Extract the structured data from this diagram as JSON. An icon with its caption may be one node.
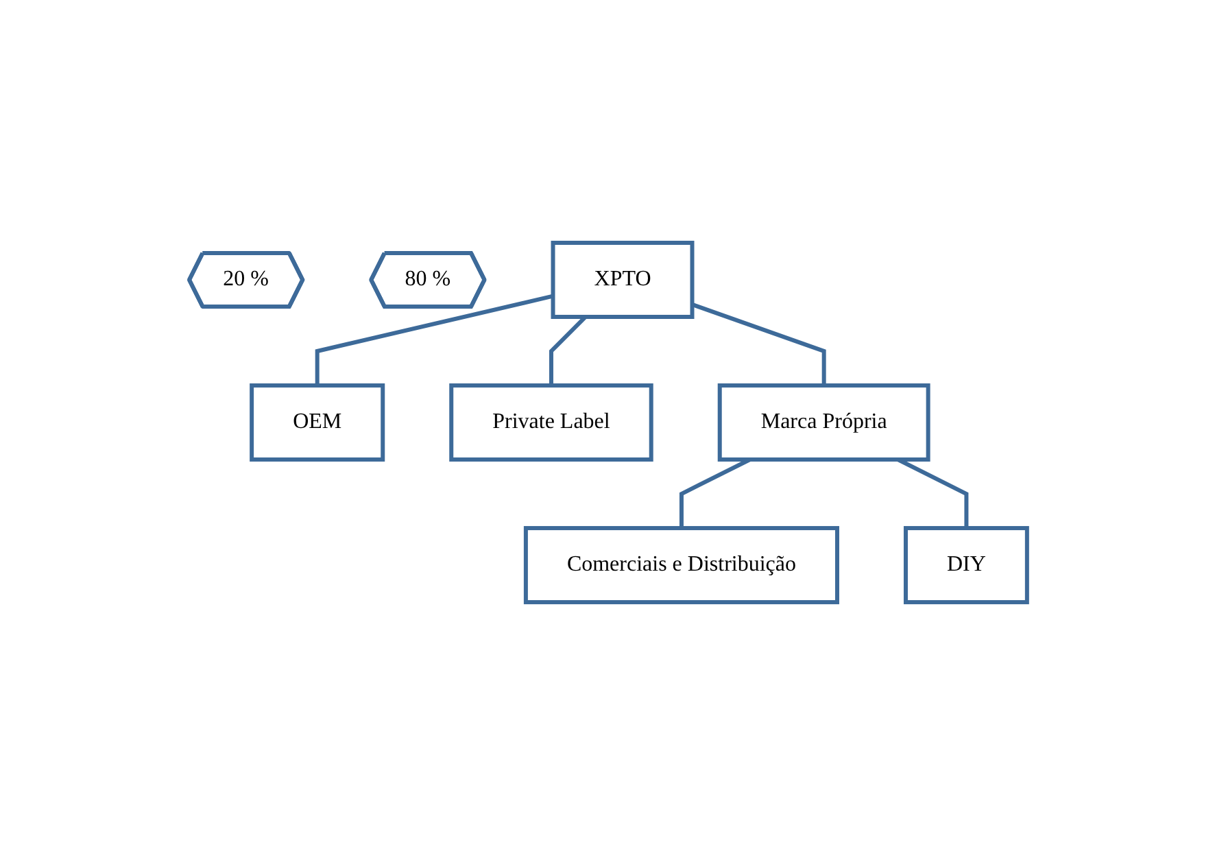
{
  "diagram": {
    "nodes": [
      {
        "text": [
          "XPTO"
        ]
      },
      {
        "text": [
          "80 %"
        ]
      },
      {
        "text": [
          "20 %"
        ]
      },
      {
        "text": [
          "OEM"
        ]
      },
      {
        "text": [
          "Private Label"
        ]
      },
      {
        "text": [
          "Marca Própria"
        ]
      },
      {
        "text": [
          "Comerciais e Distribuição"
        ]
      },
      {
        "text": [
          "DIY"
        ]
      }
    ],
    "edges": [
      {
        "from": 0,
        "to": 3,
        "arrow": "none"
      },
      {
        "from": 0,
        "to": 4,
        "arrow": "none"
      },
      {
        "from": 0,
        "to": 5,
        "arrow": "none"
      },
      {
        "from": 5,
        "to": 6,
        "arrow": "none"
      },
      {
        "from": 5,
        "to": 7,
        "arrow": "none"
      }
    ]
  }
}
